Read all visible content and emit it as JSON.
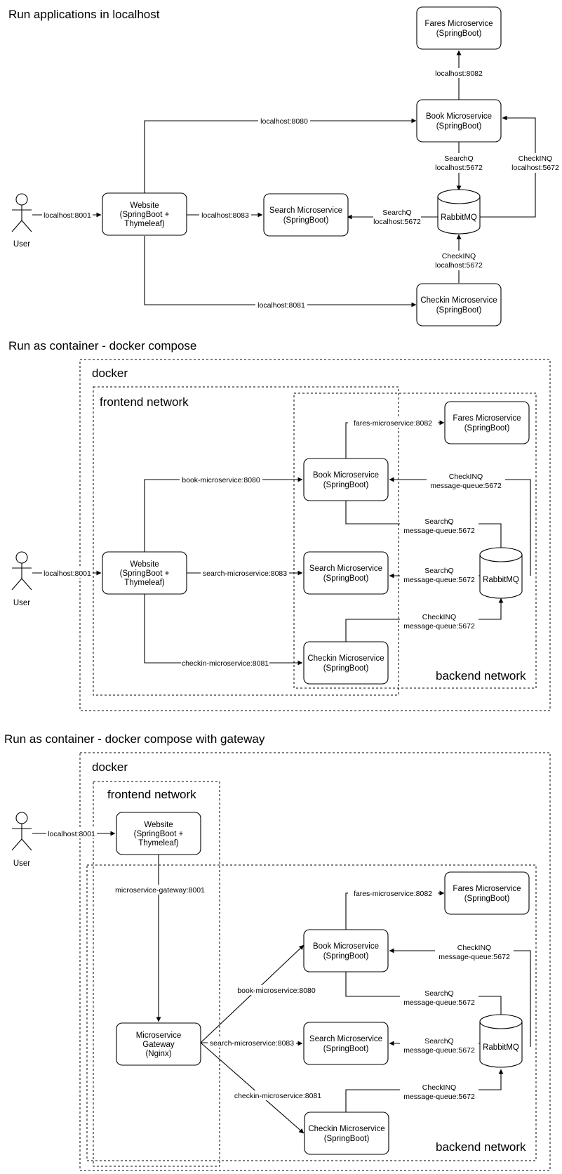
{
  "sections": {
    "s1": "Run applications in localhost",
    "s2": "Run as container - docker compose",
    "s3": "Run as container - docker compose with gateway"
  },
  "networks": {
    "docker": "docker",
    "frontend": "frontend network",
    "backend": "backend network"
  },
  "nodes": {
    "user": "User",
    "website": [
      "Website",
      "(SpringBoot +",
      "Thymeleaf)"
    ],
    "fares": [
      "Fares Microservice",
      "(SpringBoot)"
    ],
    "book": [
      "Book Microservice",
      "(SpringBoot)"
    ],
    "search": [
      "Search Microservice",
      "(SpringBoot)"
    ],
    "checkin": [
      "Checkin Microservice",
      "(SpringBoot)"
    ],
    "rabbitmq": "RabbitMQ",
    "gateway": [
      "Microservice",
      "Gateway",
      "(Nginx)"
    ]
  },
  "edges1": {
    "user_website": "localhost:8001",
    "website_book": "localhost:8080",
    "website_search": "localhost:8083",
    "website_checkin": "localhost:8081",
    "book_fares": "localhost:8082",
    "book_rabbit": [
      "SearchQ",
      "localhost:5672"
    ],
    "rabbit_book": [
      "CheckINQ",
      "localhost:5672"
    ],
    "rabbit_search": [
      "SearchQ",
      "localhost:5672"
    ],
    "checkin_rabbit": [
      "CheckINQ",
      "localhost:5672"
    ]
  },
  "edges2": {
    "user_website": "localhost:8001",
    "website_book": "book-microservice:8080",
    "website_search": "search-microservice:8083",
    "website_checkin": "checkin-microservice:8081",
    "book_fares": "fares-microservice:8082",
    "rabbit_book": [
      "CheckINQ",
      "message-queue:5672"
    ],
    "book_rabbit": [
      "SearchQ",
      "message-queue:5672"
    ],
    "rabbit_search": [
      "SearchQ",
      "message-queue:5672"
    ],
    "checkin_rabbit": [
      "CheckINQ",
      "message-queue:5672"
    ]
  },
  "edges3": {
    "user_website": "localhost:8001",
    "website_gateway": "microservice-gateway:8001",
    "gateway_book": "book-microservice:8080",
    "gateway_search": "search-microservice:8083",
    "gateway_checkin": "checkin-microservice:8081",
    "book_fares": "fares-microservice:8082",
    "rabbit_book": [
      "CheckINQ",
      "message-queue:5672"
    ],
    "book_rabbit": [
      "SearchQ",
      "message-queue:5672"
    ],
    "rabbit_search": [
      "SearchQ",
      "message-queue:5672"
    ],
    "checkin_rabbit": [
      "CheckINQ",
      "message-queue:5672"
    ]
  }
}
